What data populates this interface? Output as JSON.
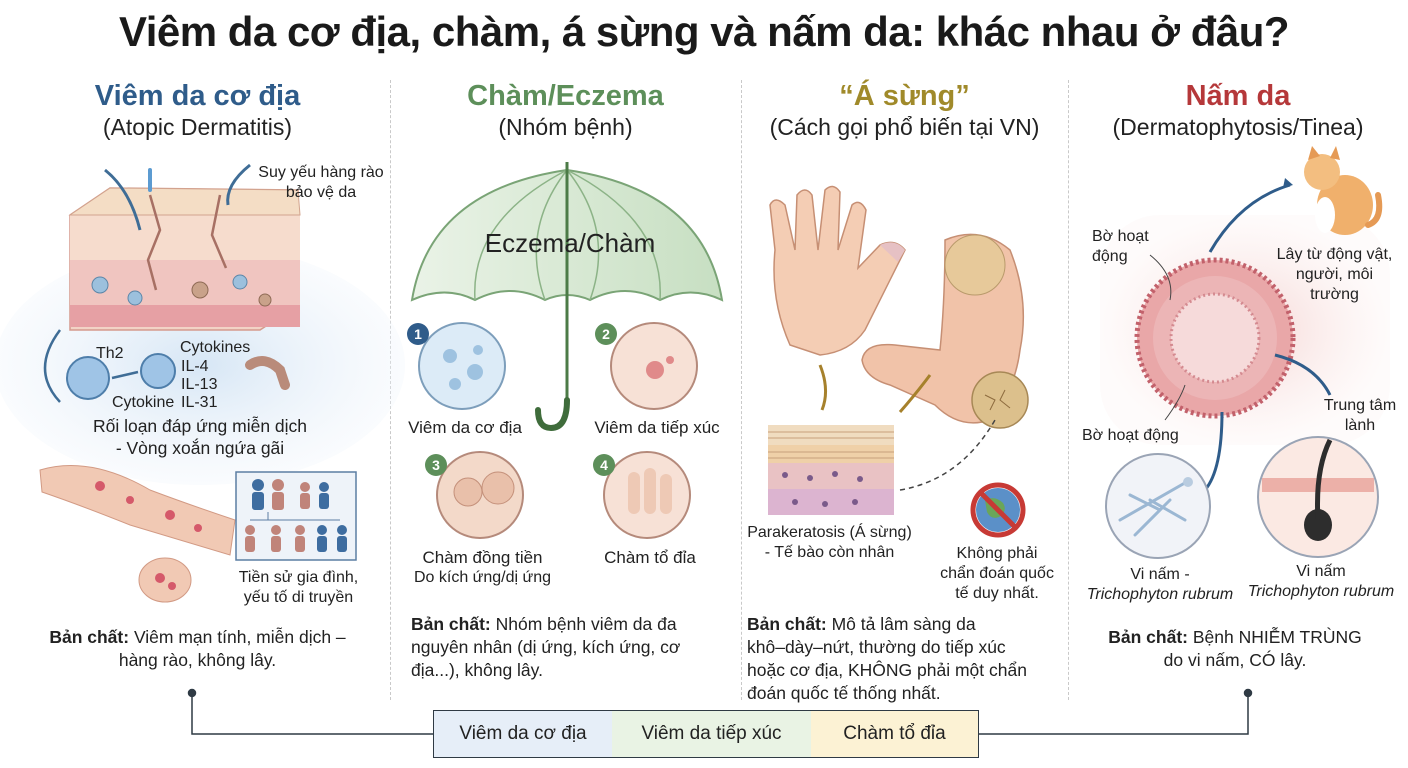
{
  "title": "Viêm da cơ địa, chàm, á sừng và nấm da: khác nhau ở đâu?",
  "colors": {
    "atopic": "#2f5c8a",
    "eczema": "#5d8f5a",
    "keratosis": "#a08a2a",
    "fungal": "#b5383a",
    "tag_blue": "#e6eef8",
    "tag_green": "#e9f3e4",
    "tag_yellow": "#fcf2d4"
  },
  "columns": {
    "atopic": {
      "heading": "Viêm da cơ địa",
      "subheading": "(Atopic Dermatitis)",
      "labels": {
        "barrier": [
          "Suy yếu hàng rào",
          "bảo vệ da"
        ],
        "th2": "Th2",
        "cytokines": "Cytokines",
        "il4": "IL-4",
        "il13": "IL-13",
        "il31": "IL-31",
        "cytokine": "Cytokine",
        "immune": [
          "Rối loạn đáp ứng miễn dịch",
          "- Vòng xoắn ngứa gãi"
        ],
        "family": [
          "Tiền sử gia đình,",
          "yếu tố di truyền"
        ]
      },
      "nature_label": "Bản chất:",
      "nature_line1": "Viêm mạn tính, miễn dịch –",
      "nature_line2": "hàng rào, không lây."
    },
    "eczema": {
      "heading": "Chàm/Eczema",
      "subheading": "(Nhóm bệnh)",
      "umbrella_label": "Eczema/Chàm",
      "items": [
        {
          "num": "1",
          "label": "Viêm da cơ địa"
        },
        {
          "num": "2",
          "label": "Viêm da tiếp xúc"
        },
        {
          "num": "3",
          "label": "Chàm đồng tiền",
          "sub": "Do kích ứng/dị ứng"
        },
        {
          "num": "4",
          "label": "Chàm tổ đỉa"
        }
      ],
      "nature_label": "Bản chất:",
      "nature_line1": "Nhóm bệnh viêm da đa",
      "nature_line2": "nguyên nhân (dị ứng, kích ứng, cơ",
      "nature_line3": "địa...), không lây."
    },
    "keratosis": {
      "heading": "“Á sừng”",
      "subheading": "(Cách gọi phổ biến tại VN)",
      "labels": {
        "parakeratosis": [
          "Parakeratosis (Á sừng)",
          "- Tế bào còn nhân"
        ],
        "not_intl": [
          "Không phải",
          "chẩn đoán quốc",
          "tế duy nhất."
        ]
      },
      "nature_label": "Bản chất:",
      "nature_line1": "Mô tả lâm sàng da",
      "nature_line2": "khô–dày–nứt, thường do tiếp xúc",
      "nature_line3": "hoặc cơ địa, KHÔNG phải một chẩn",
      "nature_line4": "đoán quốc tế thống nhất."
    },
    "fungal": {
      "heading": "Nấm da",
      "subheading": "(Dermatophytosis/Tinea)",
      "labels": {
        "active_border_top": [
          "Bờ hoạt",
          "động"
        ],
        "transmission": [
          "Lây từ động vật,",
          "người, môi",
          "trường"
        ],
        "center": [
          "Trung tâm",
          "lành"
        ],
        "active_border_bottom": "Bờ hoạt động",
        "fungus_left_1": "Vi nấm -",
        "fungus_left_2": "Trichophyton rubrum",
        "fungus_right_1": "Vi nấm",
        "fungus_right_2": "Trichophyton rubrum"
      },
      "nature_label": "Bản chất:",
      "nature_line1": "Bệnh NHIỄM TRÙNG",
      "nature_line2": "do vi nấm, CÓ lây."
    }
  },
  "bottom_tags": [
    "Viêm da cơ địa",
    "Viêm da tiếp xúc",
    "Chàm tổ đỉa"
  ]
}
